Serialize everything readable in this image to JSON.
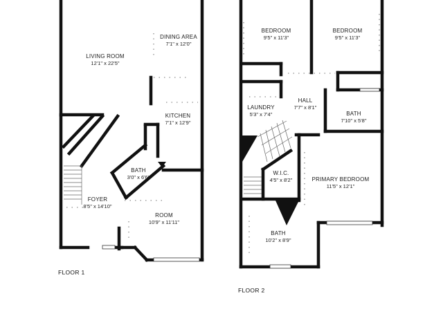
{
  "floors": [
    {
      "label": "FLOOR 1",
      "rooms": [
        {
          "name": "LIVING ROOM",
          "dims": "12'1\" x 22'5\""
        },
        {
          "name": "DINING AREA",
          "dims": "7'1\" x 12'0\""
        },
        {
          "name": "KITCHEN",
          "dims": "7'1\" x 12'9\""
        },
        {
          "name": "BATH",
          "dims": "3'0\" x 6'6\""
        },
        {
          "name": "FOYER",
          "dims": "8'5\" x 14'10\""
        },
        {
          "name": "ROOM",
          "dims": "10'9\" x 11'11\""
        }
      ]
    },
    {
      "label": "FLOOR 2",
      "rooms": [
        {
          "name": "BEDROOM",
          "dims": "9'5\" x 11'3\""
        },
        {
          "name": "BEDROOM",
          "dims": "9'5\" x 11'3\""
        },
        {
          "name": "LAUNDRY",
          "dims": "5'3\" x 7'4\""
        },
        {
          "name": "HALL",
          "dims": "7'7\" x 8'1\""
        },
        {
          "name": "BATH",
          "dims": "7'10\" x 5'8\""
        },
        {
          "name": "W.I.C.",
          "dims": "4'5\" x 8'2\""
        },
        {
          "name": "PRIMARY BEDROOM",
          "dims": "11'5\" x 12'1\""
        },
        {
          "name": "BATH",
          "dims": "10'2\" x 8'9\""
        }
      ]
    }
  ]
}
